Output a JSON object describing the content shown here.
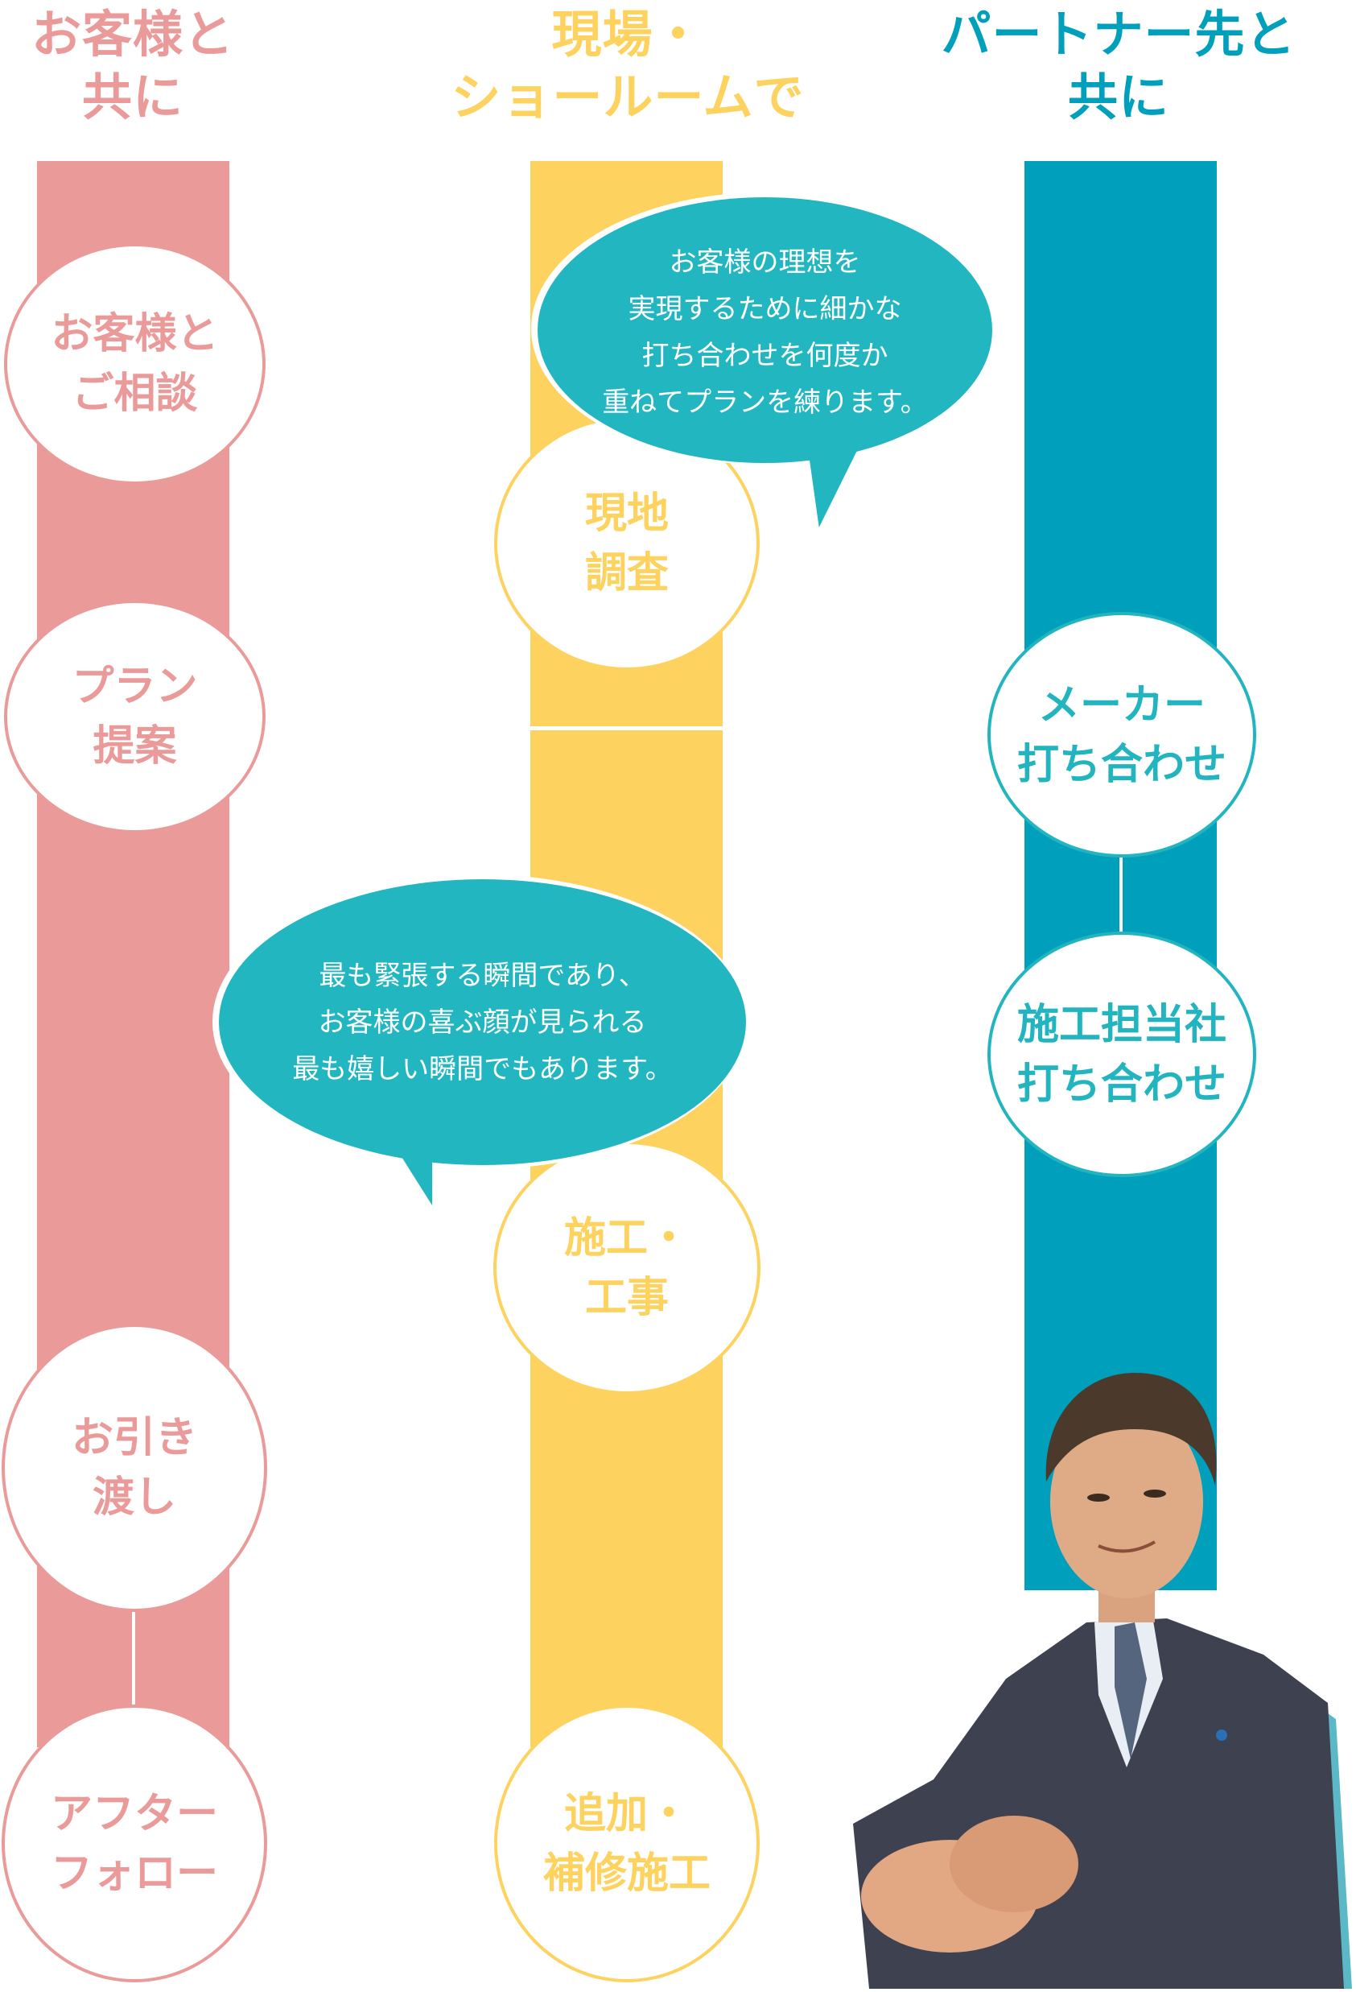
{
  "colors": {
    "pink": "#EB9A9A",
    "yellow": "#FDD25E",
    "teal_bar": "#00A0BD",
    "teal_text": "#22B5C0",
    "bubble": "#22B6C0"
  },
  "columns": [
    {
      "id": "customer",
      "heading_line1": "お客様と",
      "heading_line2": "共に",
      "steps": [
        {
          "line1": "お客様と",
          "line2": "ご相談"
        },
        {
          "line1": "プラン",
          "line2": "提案"
        },
        {
          "line1": "お引き",
          "line2": "渡し"
        },
        {
          "line1": "アフター",
          "line2": "フォロー"
        }
      ]
    },
    {
      "id": "site",
      "heading_line1": "現場・",
      "heading_line2": "ショールームで",
      "steps": [
        {
          "line1": "現地",
          "line2": "調査"
        },
        {
          "line1": "施工・",
          "line2": "工事"
        },
        {
          "line1": "追加・",
          "line2": "補修施工"
        }
      ]
    },
    {
      "id": "partner",
      "heading_line1": "パートナー先と",
      "heading_line2": "共に",
      "steps": [
        {
          "line1": "メーカー",
          "line2": "打ち合わせ"
        },
        {
          "line1": "施工担当社",
          "line2": "打ち合わせ"
        }
      ]
    }
  ],
  "bubbles": [
    {
      "lines": [
        "お客様の理想を",
        "実現するために細かな",
        "打ち合わせを何度か",
        "重ねてプランを練ります。"
      ]
    },
    {
      "lines": [
        "最も緊張する瞬間であり、",
        "お客様の喜ぶ顔が見られる",
        "最も嬉しい瞬間でもあります。"
      ]
    }
  ],
  "photo": {
    "subject": "staff-member-in-suit"
  }
}
